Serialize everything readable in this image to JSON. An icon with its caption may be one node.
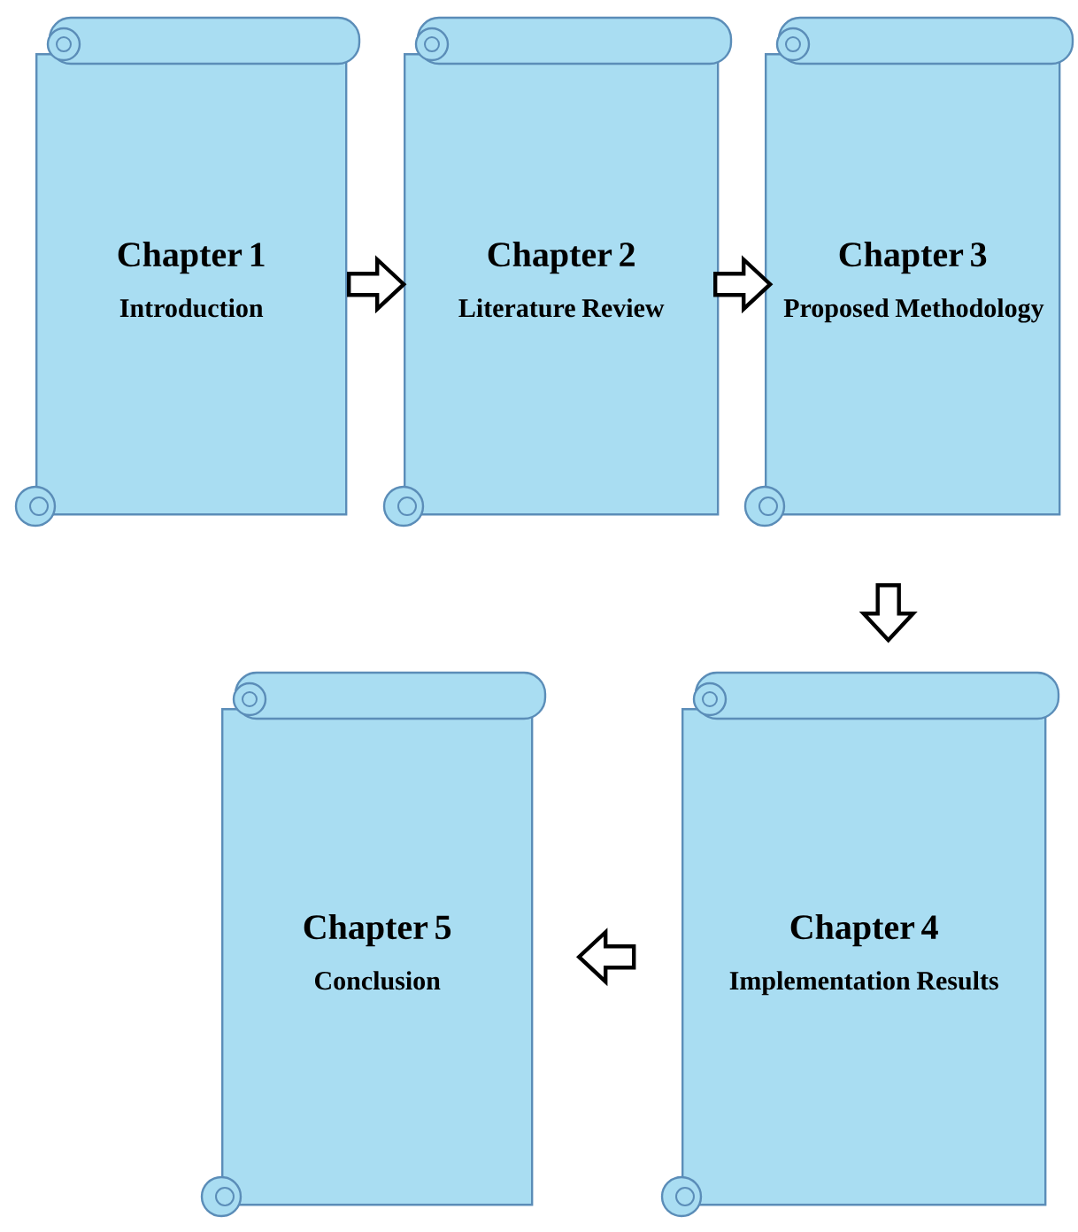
{
  "diagram": {
    "nodes": [
      {
        "text": [
          "Chapter 1",
          "Introduction"
        ]
      },
      {
        "text": [
          "Chapter 2",
          "Literature Review"
        ]
      },
      {
        "text": [
          "Chapter 3",
          "Proposed Methodology"
        ]
      },
      {
        "text": [
          "Chapter 4",
          "Implementation Results"
        ]
      },
      {
        "text": [
          "Chapter 5",
          "Conclusion"
        ]
      }
    ],
    "edges": [
      {
        "from": 0,
        "to": 1,
        "arrow": "to"
      },
      {
        "from": 1,
        "to": 2,
        "arrow": "to"
      },
      {
        "from": 2,
        "to": 3,
        "arrow": "to"
      },
      {
        "from": 3,
        "to": 4,
        "arrow": "to"
      }
    ]
  }
}
